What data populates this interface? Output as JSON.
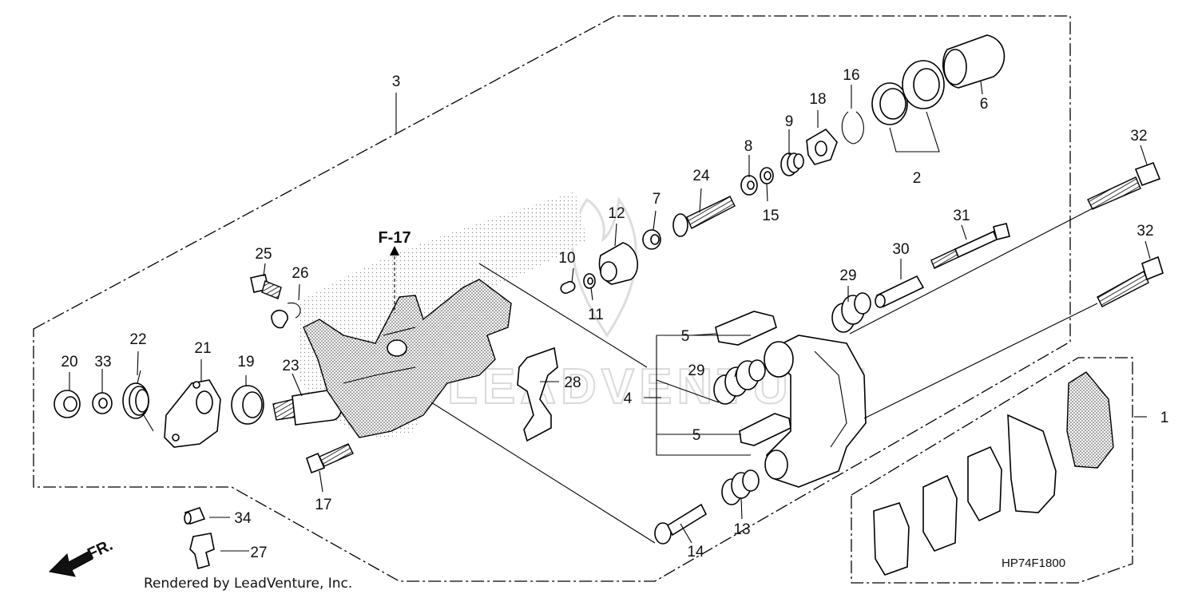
{
  "diagram": {
    "drawing_code": "HP74F1800",
    "rendered_by": "Rendered by LeadVenture, Inc.",
    "reference_label": "F-17",
    "direction_label": "FR.",
    "watermark": "LEADVENTURE",
    "callouts": {
      "c1": "1",
      "c2": "2",
      "c3": "3",
      "c4": "4",
      "c5a": "5",
      "c5b": "5",
      "c6": "6",
      "c7": "7",
      "c8": "8",
      "c9": "9",
      "c10": "10",
      "c11": "11",
      "c12": "12",
      "c13": "13",
      "c14": "14",
      "c15": "15",
      "c16": "16",
      "c17": "17",
      "c18": "18",
      "c19": "19",
      "c20": "20",
      "c21": "21",
      "c22": "22",
      "c23": "23",
      "c24": "24",
      "c25": "25",
      "c26": "26",
      "c27": "27",
      "c28": "28",
      "c29a": "29",
      "c29b": "29",
      "c30": "30",
      "c31": "31",
      "c32a": "32",
      "c32b": "32",
      "c33": "33",
      "c34": "34"
    }
  }
}
